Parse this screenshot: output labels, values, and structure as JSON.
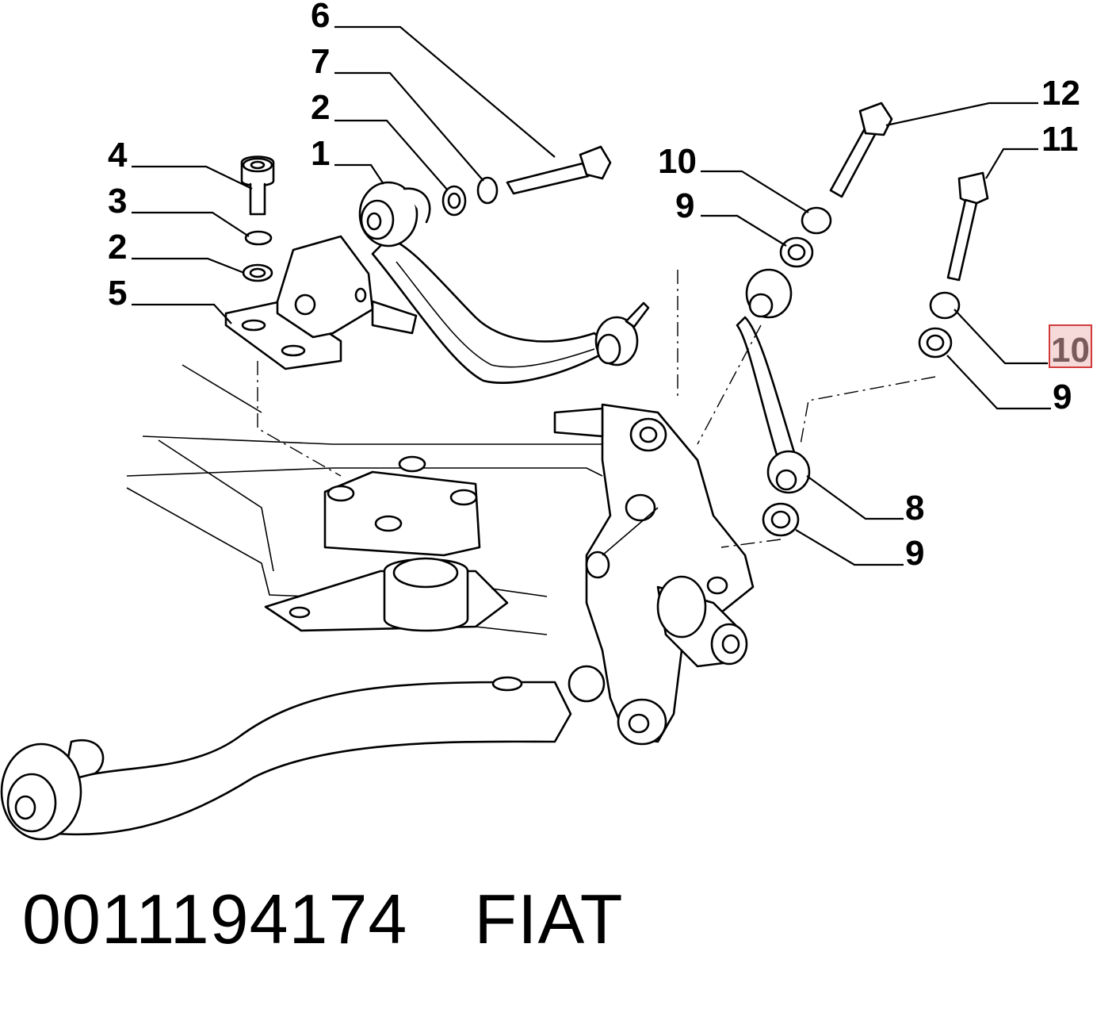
{
  "callouts": {
    "c6": "6",
    "c7": "7",
    "c2a": "2",
    "c1": "1",
    "c4": "4",
    "c3": "3",
    "c2b": "2",
    "c5": "5",
    "c10a": "10",
    "c9a": "9",
    "c12": "12",
    "c11": "11",
    "c10b": "10",
    "c9b": "9",
    "c8": "8",
    "c9c": "9"
  },
  "highlighted_callout": "10",
  "caption": {
    "part_number": "0011194174",
    "brand": "FIAT"
  },
  "colors": {
    "ink": "#000000",
    "highlight_border": "#d23a3a",
    "highlight_fill": "#f6dada"
  }
}
